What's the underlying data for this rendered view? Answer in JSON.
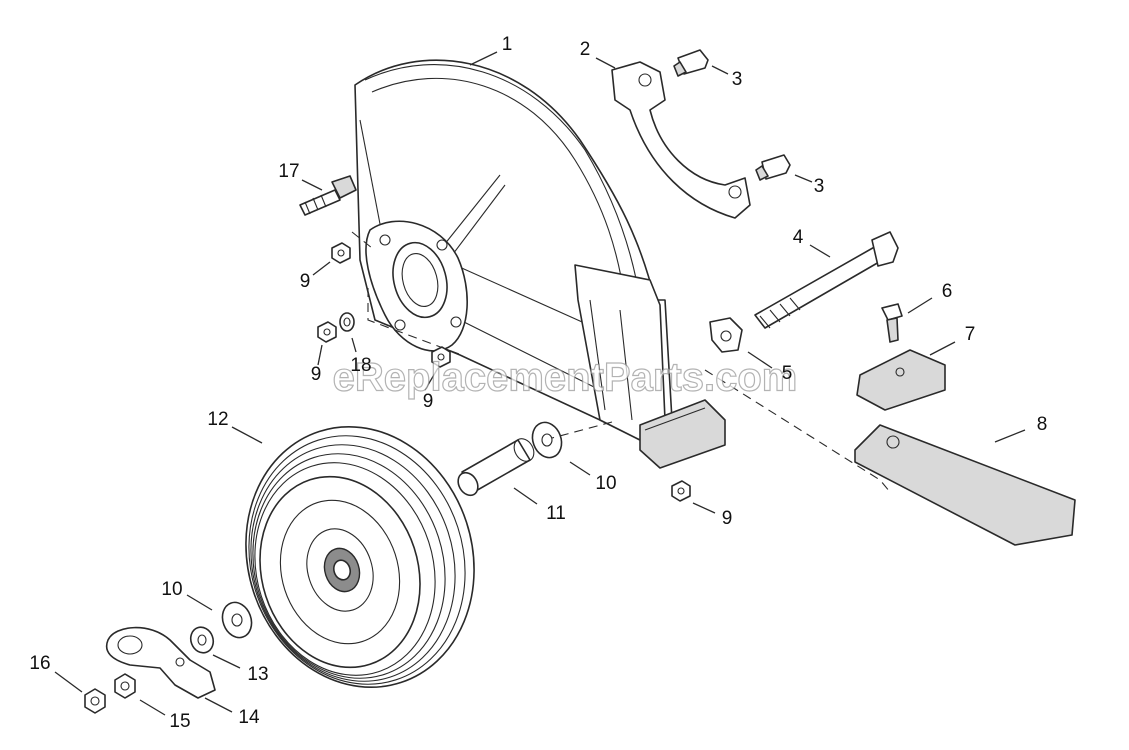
{
  "watermark": "eReplacementParts.com",
  "callouts": {
    "c1": "1",
    "c2": "2",
    "c3a": "3",
    "c3b": "3",
    "c4": "4",
    "c5": "5",
    "c6": "6",
    "c7": "7",
    "c8": "8",
    "c9a": "9",
    "c9b": "9",
    "c9c": "9",
    "c9d": "9",
    "c10a": "10",
    "c10b": "10",
    "c11": "11",
    "c12": "12",
    "c13": "13",
    "c14": "14",
    "c15": "15",
    "c16": "16",
    "c17": "17",
    "c18": "18"
  }
}
